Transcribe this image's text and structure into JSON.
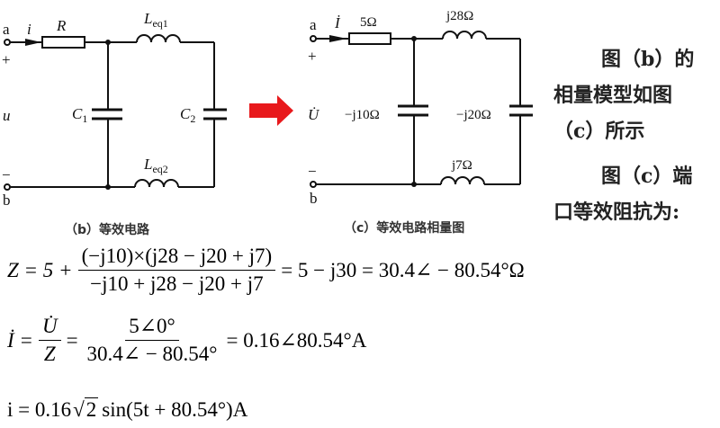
{
  "circuit_b": {
    "terminal_a": "a",
    "terminal_b": "b",
    "plus": "+",
    "minus": "−",
    "current": "i",
    "voltage": "u",
    "resistor": "R",
    "inductor1": "L",
    "inductor1_sub": "eq1",
    "inductor2": "L",
    "inductor2_sub": "eq2",
    "cap1": "C",
    "cap1_sub": "1",
    "cap2": "C",
    "cap2_sub": "2",
    "caption": "（b）等效电路"
  },
  "circuit_c": {
    "terminal_a": "a",
    "terminal_b": "b",
    "plus": "+",
    "minus": "−",
    "current": "İ",
    "voltage": "U̇",
    "resistor": "5Ω",
    "inductor1": "j28Ω",
    "inductor2": "j7Ω",
    "cap1": "−j10Ω",
    "cap2": "−j20Ω",
    "caption": "（c）等效电路相量图"
  },
  "arrow_color": "#e8191c",
  "side_text": [
    "图（b）的",
    "相量模型如图",
    "（c）所示",
    "图（c）端",
    "口等效阻抗为:"
  ],
  "equations": {
    "z_lhs": "Z = 5 +",
    "z_num": "(−j10)×(j28 − j20 + j7)",
    "z_den": "−j10 + j28 − j20 + j7",
    "z_rhs": "= 5 − j30 = 30.4∠ − 80.54°Ω",
    "i_lhs": "İ =",
    "i_num1": "U̇",
    "i_den1": "Z",
    "i_eq": "=",
    "i_num2": "5∠0°",
    "i_den2": "30.4∠ − 80.54°",
    "i_rhs": "= 0.16∠80.54°A",
    "t_pre": "i = 0.16",
    "t_sqrt": "2",
    "t_post": "sin(5t + 80.54°)A"
  }
}
